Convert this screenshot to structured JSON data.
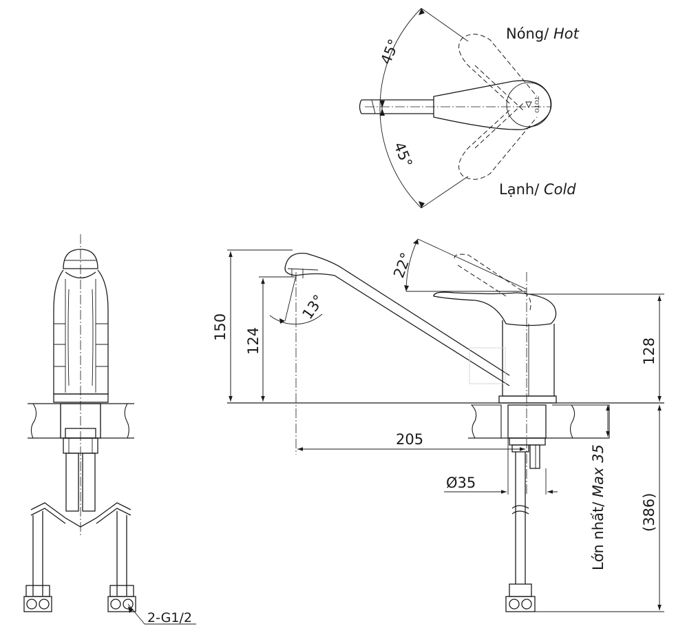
{
  "labels": {
    "hot_prefix": "Nóng/ ",
    "hot_suffix": "Hot",
    "cold_prefix": "Lạnh/ ",
    "cold_suffix": "Cold",
    "angle_hot": "45°",
    "angle_cold": "45°",
    "lever_angle": "22°",
    "spout_angle": "13°",
    "height_total": "150",
    "height_spout": "124",
    "height_body": "128",
    "reach": "205",
    "hole_diameter": "Ø35",
    "thickness_prefix": "Lớn nhất/ ",
    "thickness_suffix": "Max 35",
    "hose_length": "(386)",
    "connection": "2-G1/2",
    "handle_brand": "TOTO"
  }
}
